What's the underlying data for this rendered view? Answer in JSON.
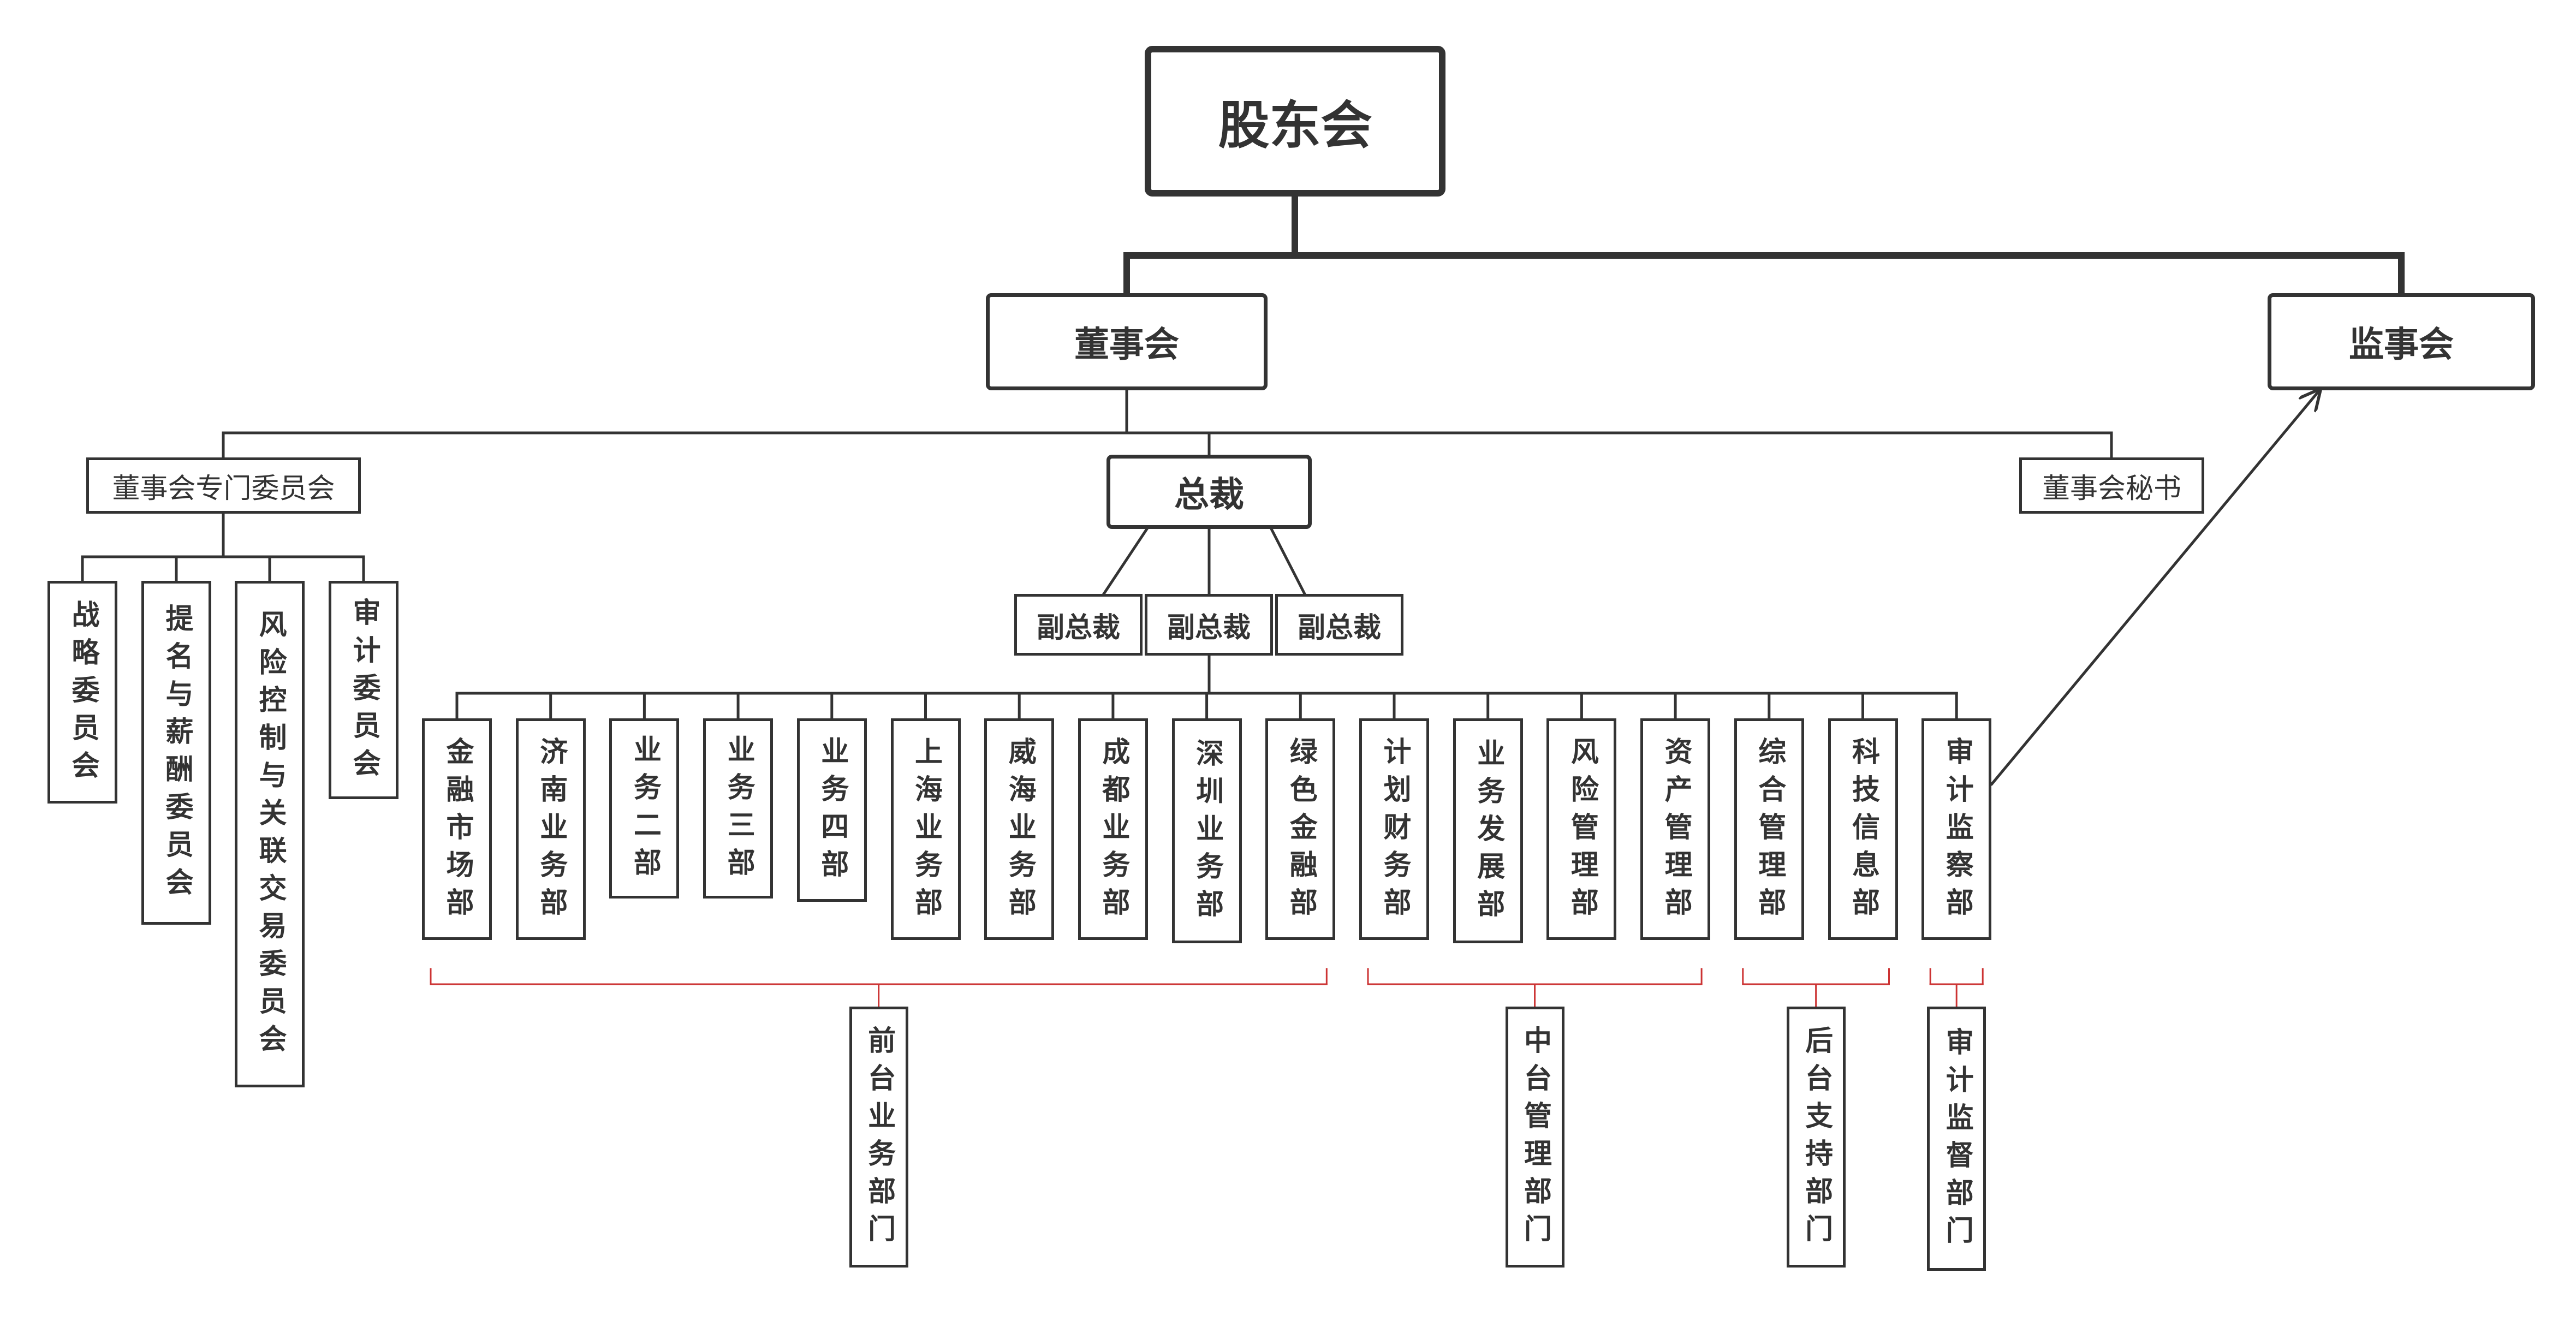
{
  "colors": {
    "line": "#333333",
    "bracket": "#cc3333",
    "background": "#ffffff"
  },
  "root": "股东会",
  "board": "董事会",
  "supervisors": "监事会",
  "board_committees": "董事会专门委员会",
  "board_secretary": "董事会秘书",
  "president": "总裁",
  "vice_presidents": [
    "副总裁",
    "副总裁",
    "副总裁"
  ],
  "committees": [
    "战略委员会",
    "提名与薪酬委员会",
    "风险控制与关联交易委员会",
    "审计委员会"
  ],
  "departments": [
    "金融市场部",
    "济南业务部",
    "业务二部",
    "业务三部",
    "业务四部",
    "上海业务部",
    "威海业务部",
    "成都业务部",
    "深圳业务部",
    "绿色金融部",
    "计划财务部",
    "业务发展部",
    "风险管理部",
    "资产管理部",
    "综合管理部",
    "科技信息部",
    "审计监察部"
  ],
  "groups": [
    "前台业务部门",
    "中台管理部门",
    "后台支持部门",
    "审计监督部门"
  ]
}
